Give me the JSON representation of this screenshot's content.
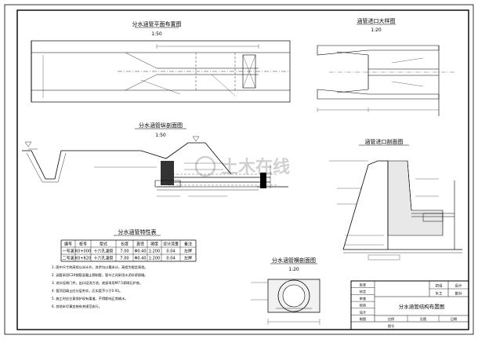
{
  "plan_view": {
    "title": "分水涵管平面布置图",
    "scale": "1:50"
  },
  "inlet_detail": {
    "title": "涵管进口大样图",
    "scale": "1:20"
  },
  "longitudinal_section": {
    "title": "分水涵管纵剖面图",
    "scale": "1:50"
  },
  "inlet_section": {
    "title": "涵管进口剖面图"
  },
  "cross_section": {
    "title": "分水涵管横剖面图",
    "scale": "1:20"
  },
  "watermark": "土木在线",
  "spec_table": {
    "title": "分水涵管特性表",
    "headers": [
      "编号",
      "桩号",
      "型式",
      "长度",
      "直径",
      "坡度",
      "设计流量",
      "备注"
    ],
    "rows": [
      [
        "一号涵",
        "K0+000",
        "十六孔涵管",
        "7.00",
        "Φ0.40",
        "1:200",
        "0.04",
        "左岸"
      ],
      [
        "二号涵",
        "K0+820",
        "十六孔涵管",
        "7.00",
        "Φ0.40",
        "1:200",
        "0.04",
        "左岸"
      ]
    ]
  },
  "notes": [
    "1. 图中尺寸除高程以米计外，其余均以毫米计，高程为假定高程。",
    "2. 涵管采用C20钢筋混凝土预制管，管节之间采用水泥砂浆接缝。",
    "3. 进口设闸门井，出口设消力池，底部采用M7.5浆砌石护底。",
    "4. 管顶回填土应分层夯实，压实度不小于0.93。",
    "5. 施工时应注意保护现有渠道，不得影响正常输水。",
    "6. 其他未尽事宜按有关规范执行。"
  ],
  "title_block": {
    "drawing_title": "分水涵管结构布置图",
    "stage_label": "初设",
    "stage_value": "设计",
    "discipline_label": "水工",
    "discipline_value": "部分",
    "left_labels": [
      "批准",
      "核定",
      "审查",
      "校核",
      "设计",
      "制图"
    ],
    "bottom_labels": [
      "比例",
      "见图",
      "日期"
    ],
    "drawing_no_label": "图号"
  }
}
